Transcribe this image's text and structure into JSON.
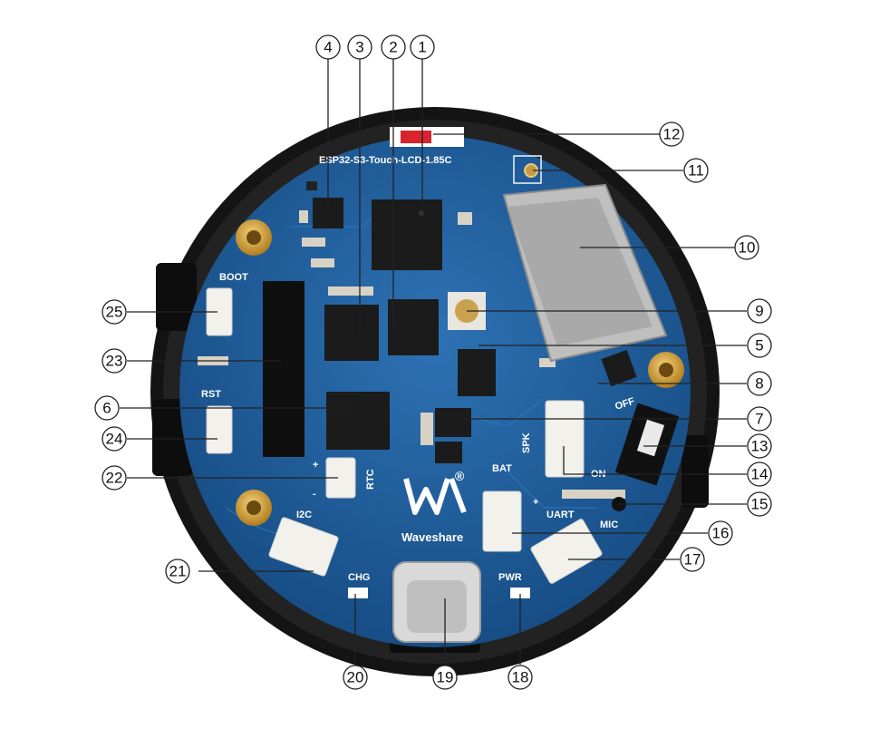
{
  "board": {
    "model_label": "ESP32-S3-Touch-LCD-1.85C",
    "silkscreen": {
      "boot": "BOOT",
      "rst": "RST",
      "rtc": "RTC",
      "bat": "BAT",
      "spk": "SPK",
      "off": "OFF",
      "on": "ON",
      "mic": "MIC",
      "uart": "UART",
      "i2c": "I2C",
      "chg": "CHG",
      "pwr": "PWR",
      "brand": "Waveshare",
      "plus": "+",
      "minus": "-",
      "registered": "®"
    },
    "colors": {
      "pcb": "#1f5f9f",
      "pcb_dark": "#16497d",
      "case": "#151515",
      "gold": "#d4a13a",
      "chip": "#1a1a1a",
      "connector": "#f0f0ec"
    }
  },
  "callouts": [
    "1",
    "2",
    "3",
    "4",
    "5",
    "6",
    "7",
    "8",
    "9",
    "10",
    "11",
    "12",
    "13",
    "14",
    "15",
    "16",
    "17",
    "18",
    "19",
    "20",
    "21",
    "22",
    "23",
    "24",
    "25"
  ]
}
